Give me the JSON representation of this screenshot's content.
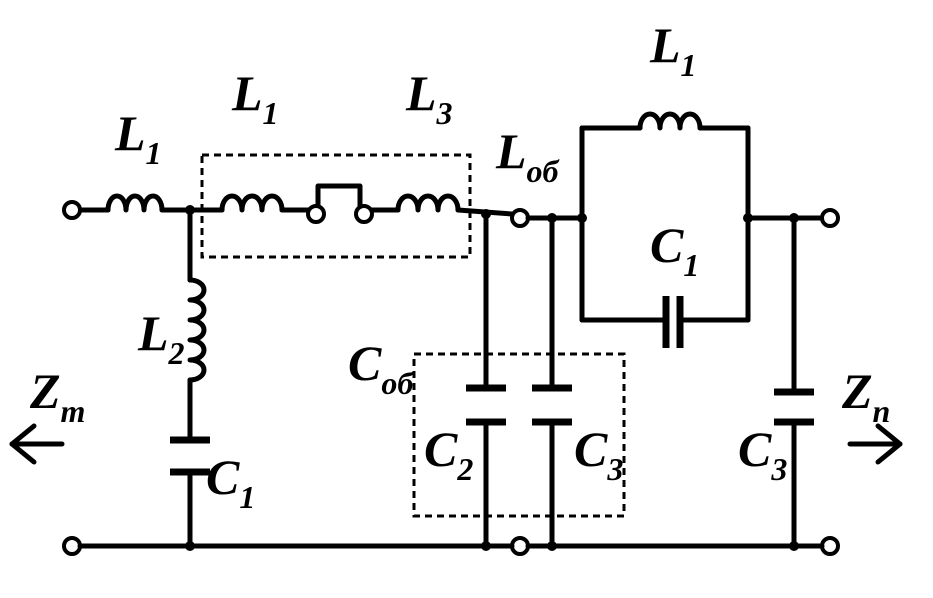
{
  "diagram": {
    "inductor_labels": {
      "series_input": {
        "letter": "L",
        "sub": "1"
      },
      "box_first": {
        "letter": "L",
        "sub": "1"
      },
      "box_second": {
        "letter": "L",
        "sub": "3"
      },
      "shunt": {
        "letter": "L",
        "sub": "2"
      },
      "compensating": {
        "letter": "L",
        "sub": "об"
      },
      "parallel_tank": {
        "letter": "L",
        "sub": "1"
      }
    },
    "capacitor_labels": {
      "shunt_series": {
        "letter": "C",
        "sub": "1"
      },
      "tank": {
        "letter": "C",
        "sub": "1"
      },
      "box_left": {
        "letter": "C",
        "sub": "2"
      },
      "box_right": {
        "letter": "C",
        "sub": "3"
      },
      "output": {
        "letter": "C",
        "sub": "3"
      },
      "box_group": {
        "letter": "C",
        "sub": "об"
      }
    },
    "impedance_labels": {
      "left": {
        "letter": "Z",
        "sub": "т"
      },
      "right": {
        "letter": "Z",
        "sub": "п"
      }
    }
  }
}
